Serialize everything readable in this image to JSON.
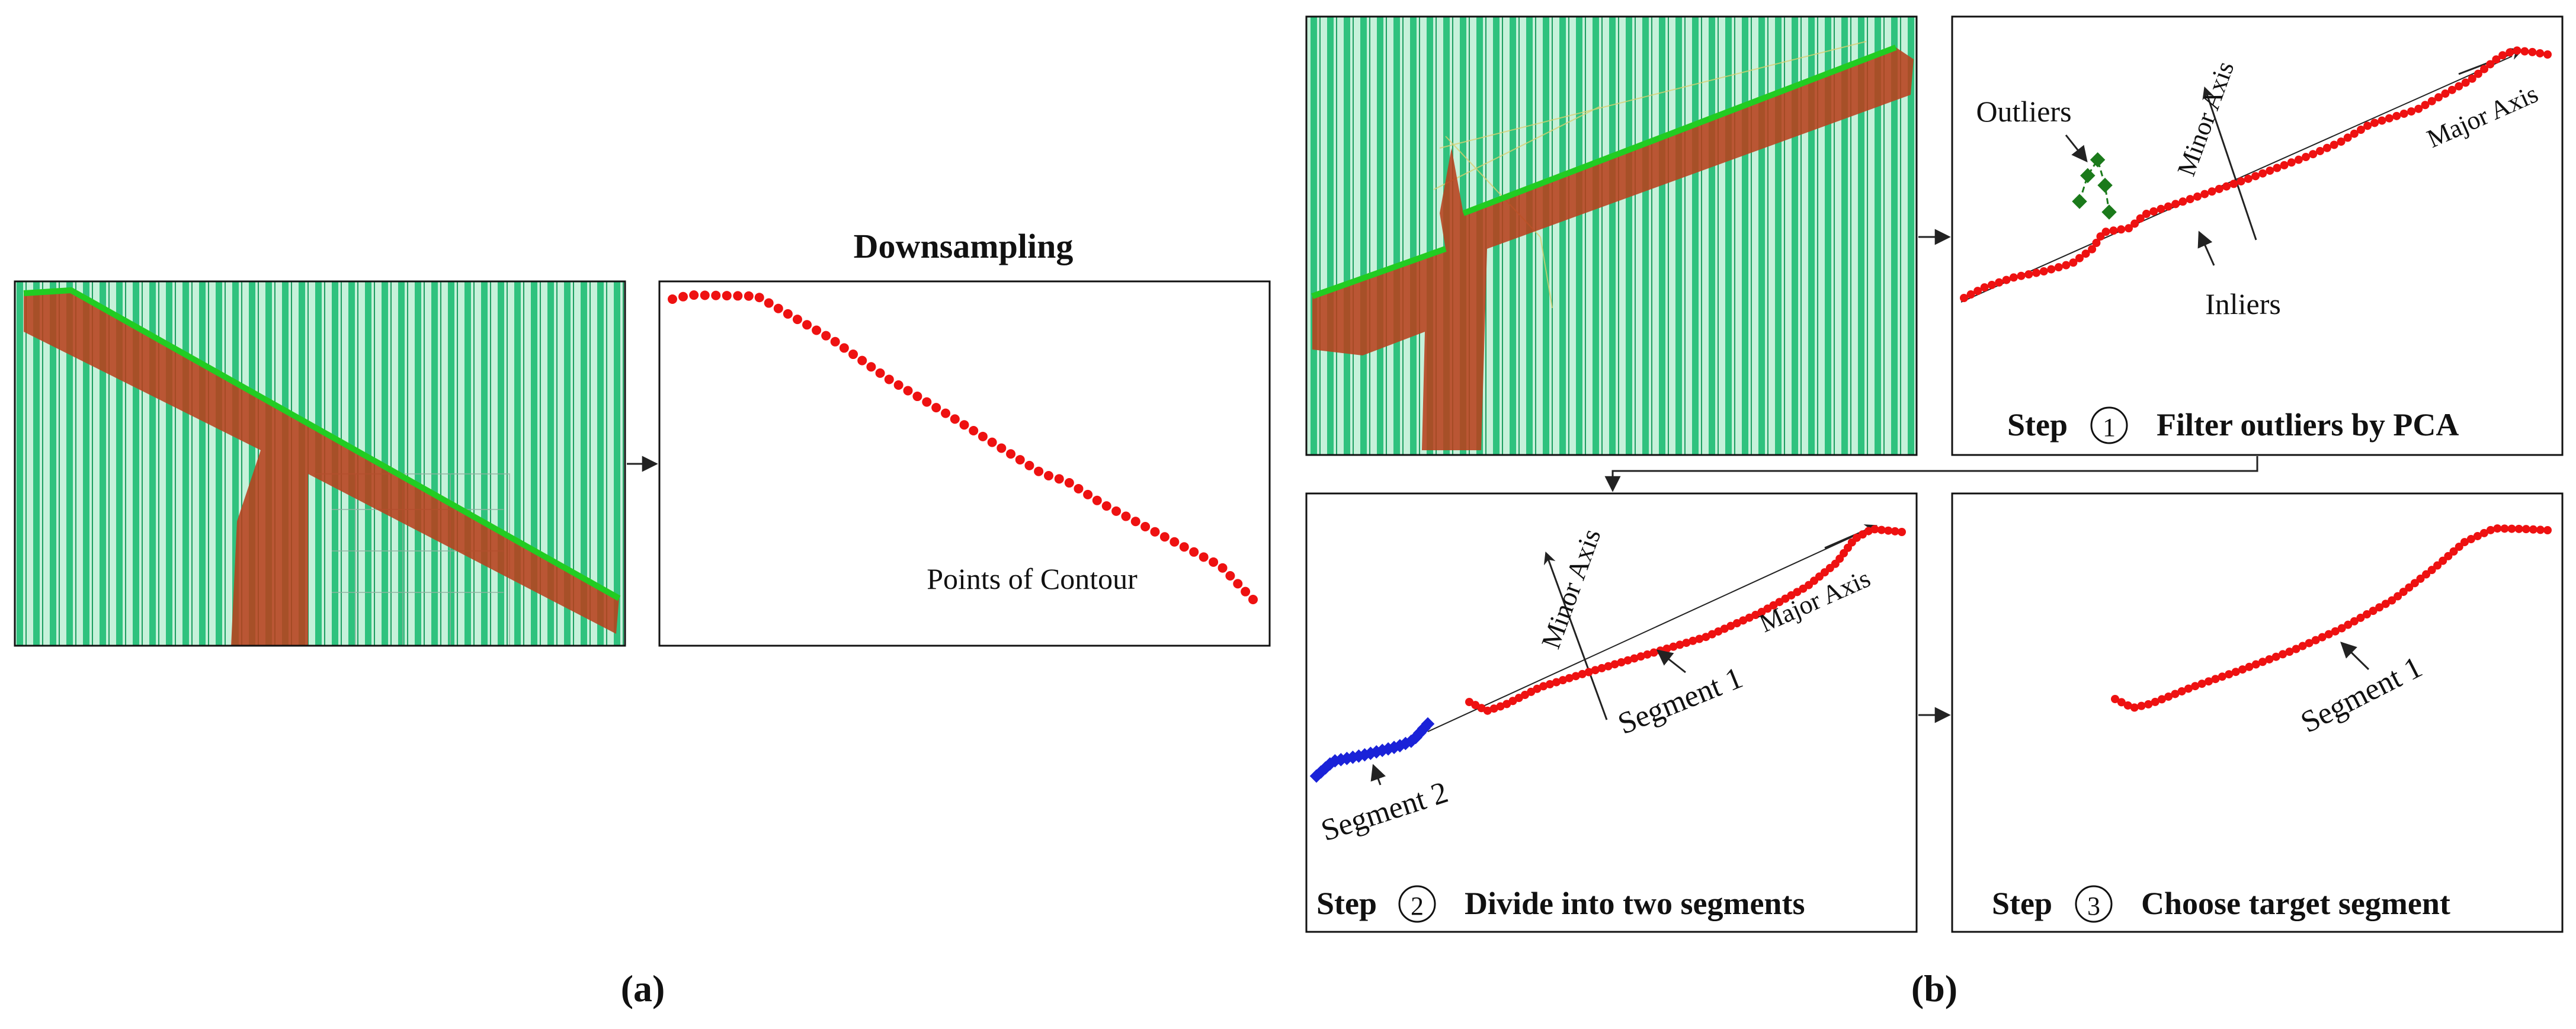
{
  "panel_a": {
    "downsampling_title": "Downsampling",
    "points_label": "Points of Contour",
    "caption": "(a)"
  },
  "panel_b": {
    "caption": "(b)",
    "step1": {
      "step_word": "Step",
      "step_number": "1",
      "title": "Filter outliers by PCA",
      "outliers_label": "Outliers",
      "inliers_label": "Inliers",
      "minor_axis_label": "Minor Axis",
      "major_axis_label": "Major Axis"
    },
    "step2": {
      "step_word": "Step",
      "step_number": "2",
      "title": "Divide into two segments",
      "minor_axis_label": "Minor Axis",
      "major_axis_label": "Major Axis",
      "segment1_label": "Segment 1",
      "segment2_label": "Segment 2"
    },
    "step3": {
      "step_word": "Step",
      "step_number": "3",
      "title": "Choose target segment",
      "segment1_label": "Segment 1"
    }
  },
  "colors": {
    "contour_points": "#ee1111",
    "outlier_points": "#1b7a1b",
    "segment2_points": "#1a22d8",
    "stripe_green": "#2fc27e",
    "stripe_light": "#bff0d6",
    "crane_body": "#b8401c",
    "edge_green": "#22cc22"
  }
}
